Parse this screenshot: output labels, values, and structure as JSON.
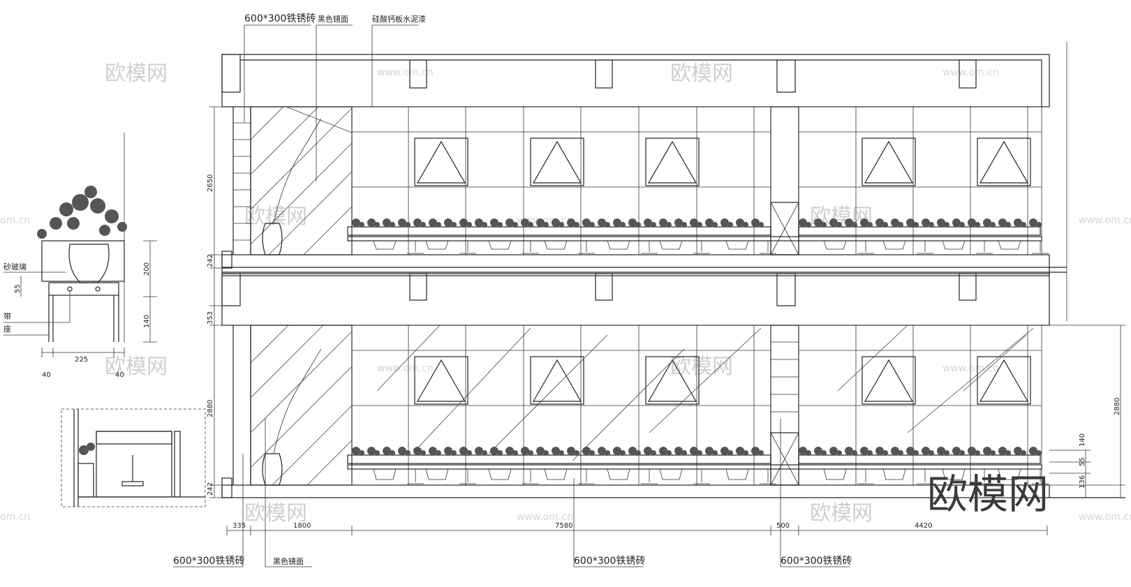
{
  "labels": {
    "top_tile": "600*300铁锈砖",
    "top_mirror": "黑色镜面",
    "top_ceiling": "硅酸钙板水泥漆",
    "bottom_tile_left": "600*300铁锈砖",
    "bottom_mirror": "黑色镜面",
    "bottom_tile_mid": "600*300铁锈砖",
    "bottom_tile_right": "600*300铁锈砖",
    "detail_glass": "砂玻璃",
    "detail_strip": "带",
    "detail_base": "座"
  },
  "dimensions": {
    "h_2650": "2650",
    "h_242_top": "242",
    "h_353": "353",
    "h_2880_left": "2880",
    "h_242_bottom": "242",
    "w_335": "335",
    "w_1800": "1800",
    "w_7580": "7580",
    "w_500": "500",
    "w_4420": "4420",
    "r_2880": "2880",
    "r_140": "140",
    "r_55": "55",
    "r_136": "136",
    "d_200": "200",
    "d_55": "55",
    "d_140": "140",
    "d_225": "225",
    "d_40_left": "40",
    "d_40_right": "40"
  },
  "watermark": {
    "brand": "欧模网",
    "url": "www.om.cn",
    "url_prefix": "om.cn"
  }
}
